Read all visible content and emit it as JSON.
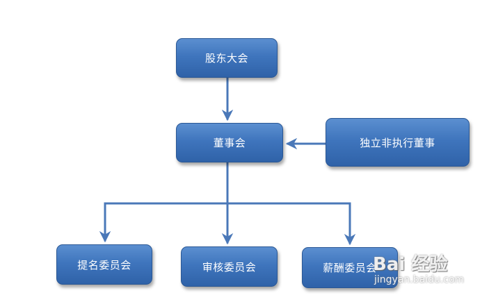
{
  "nodes": {
    "shareholders": "股东大会",
    "board": "董事会",
    "independent_directors": "独立非执行董事",
    "nomination_committee": "提名委员会",
    "audit_committee": "审核委员会",
    "remuneration_committee": "薪酬委员会"
  },
  "watermark": {
    "brand": "Bai 经验",
    "url": "jingyan.baidu.com"
  },
  "colors": {
    "node_fill": "#3f75bd",
    "connector": "#4a78b8",
    "background": "#ffffff"
  }
}
